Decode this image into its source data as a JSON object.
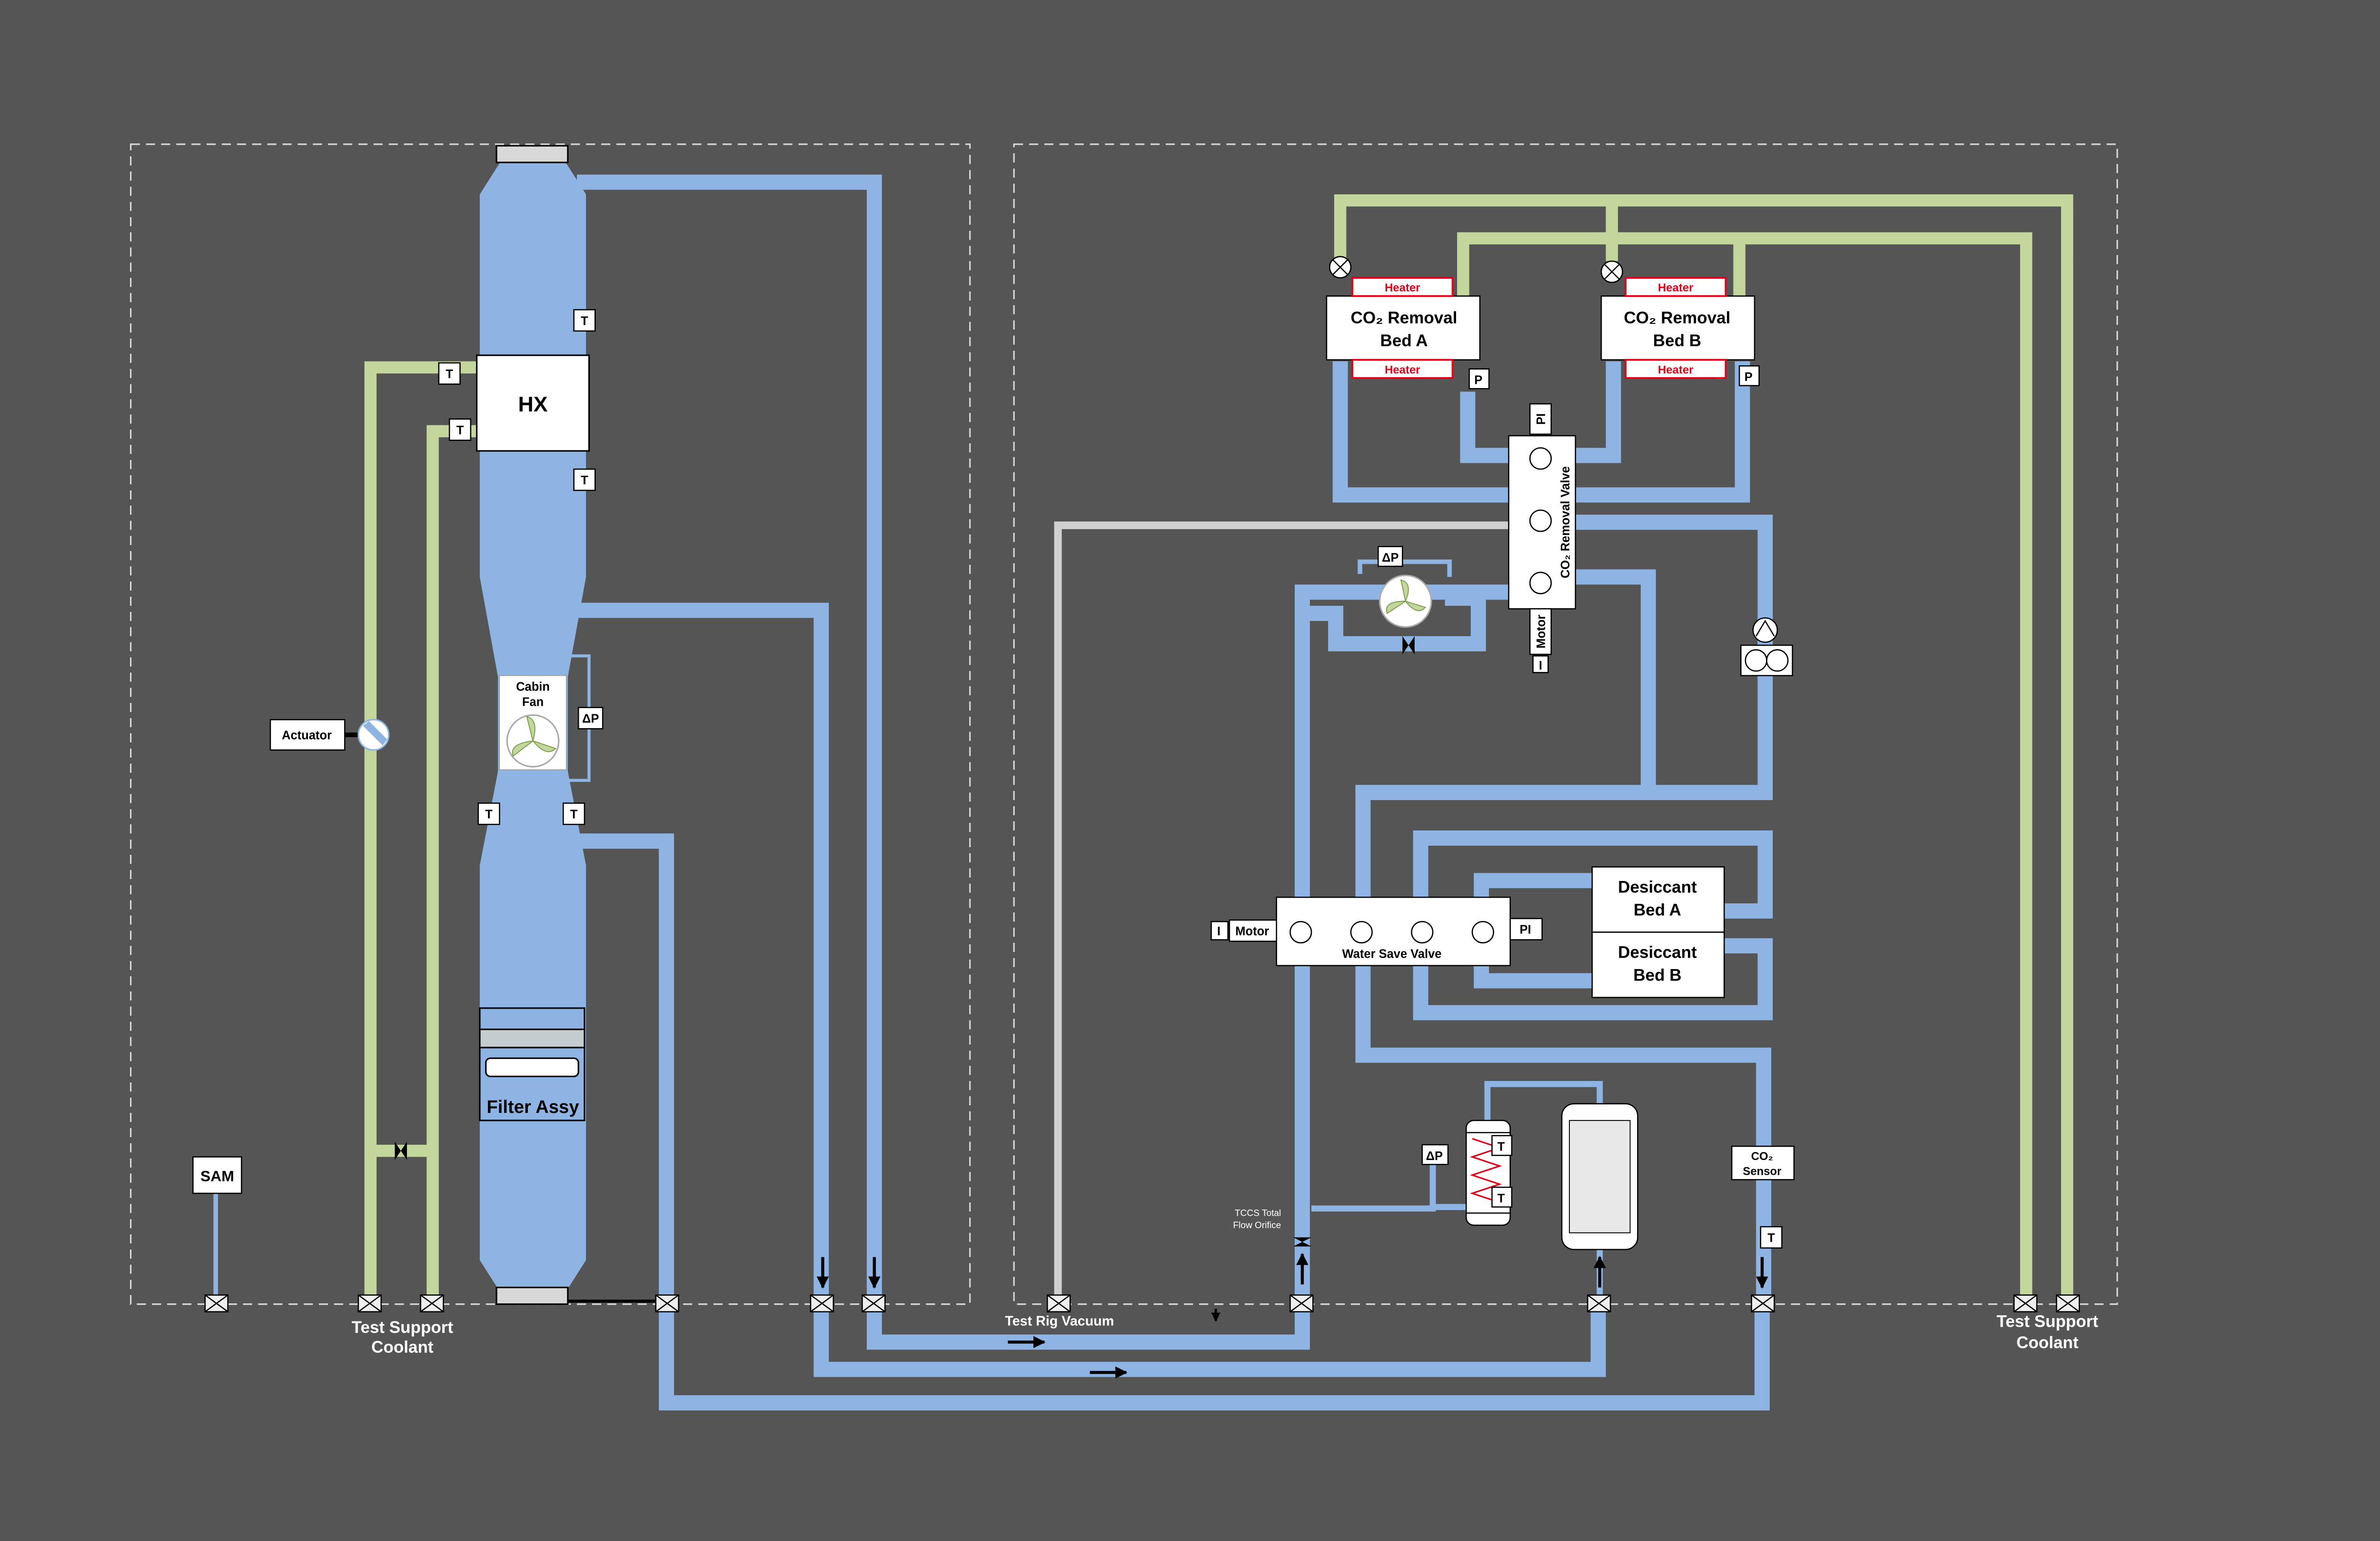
{
  "colors": {
    "background": "#555555",
    "air_duct": "#8eb4e3",
    "coolant": "#c3d69b",
    "vacuum": "#d0d0d0",
    "box_fill": "#ffffff",
    "heater_red": "#e0001a",
    "filter_top": "#8db3e2",
    "filter_mid": "#c4cdd0"
  },
  "labels": {
    "hx": "HX",
    "cabin_fan": [
      "Cabin",
      "Fan"
    ],
    "filter_assy": "Filter Assy",
    "actuator": "Actuator",
    "sam": "SAM",
    "test_support_coolant": [
      "Test Support",
      "Coolant"
    ],
    "co2_bed_a": [
      "CO₂ Removal",
      "Bed A"
    ],
    "co2_bed_b": [
      "CO₂ Removal",
      "Bed B"
    ],
    "heater": "Heater",
    "co2_removal_valve": "CO₂ Removal Valve",
    "motor": "Motor",
    "pi": "PI",
    "i": "I",
    "p": "P",
    "t": "T",
    "delta_p": "ΔP",
    "water_save_valve": "Water Save Valve",
    "desiccant_bed_a": [
      "Desiccant",
      "Bed A"
    ],
    "desiccant_bed_b": [
      "Desiccant",
      "Bed B"
    ],
    "co2_sensor": [
      "CO₂",
      "Sensor"
    ],
    "tccs": [
      "TCCS Total",
      "Flow Orifice"
    ],
    "test_rig_vacuum": "Test Rig Vacuum"
  }
}
